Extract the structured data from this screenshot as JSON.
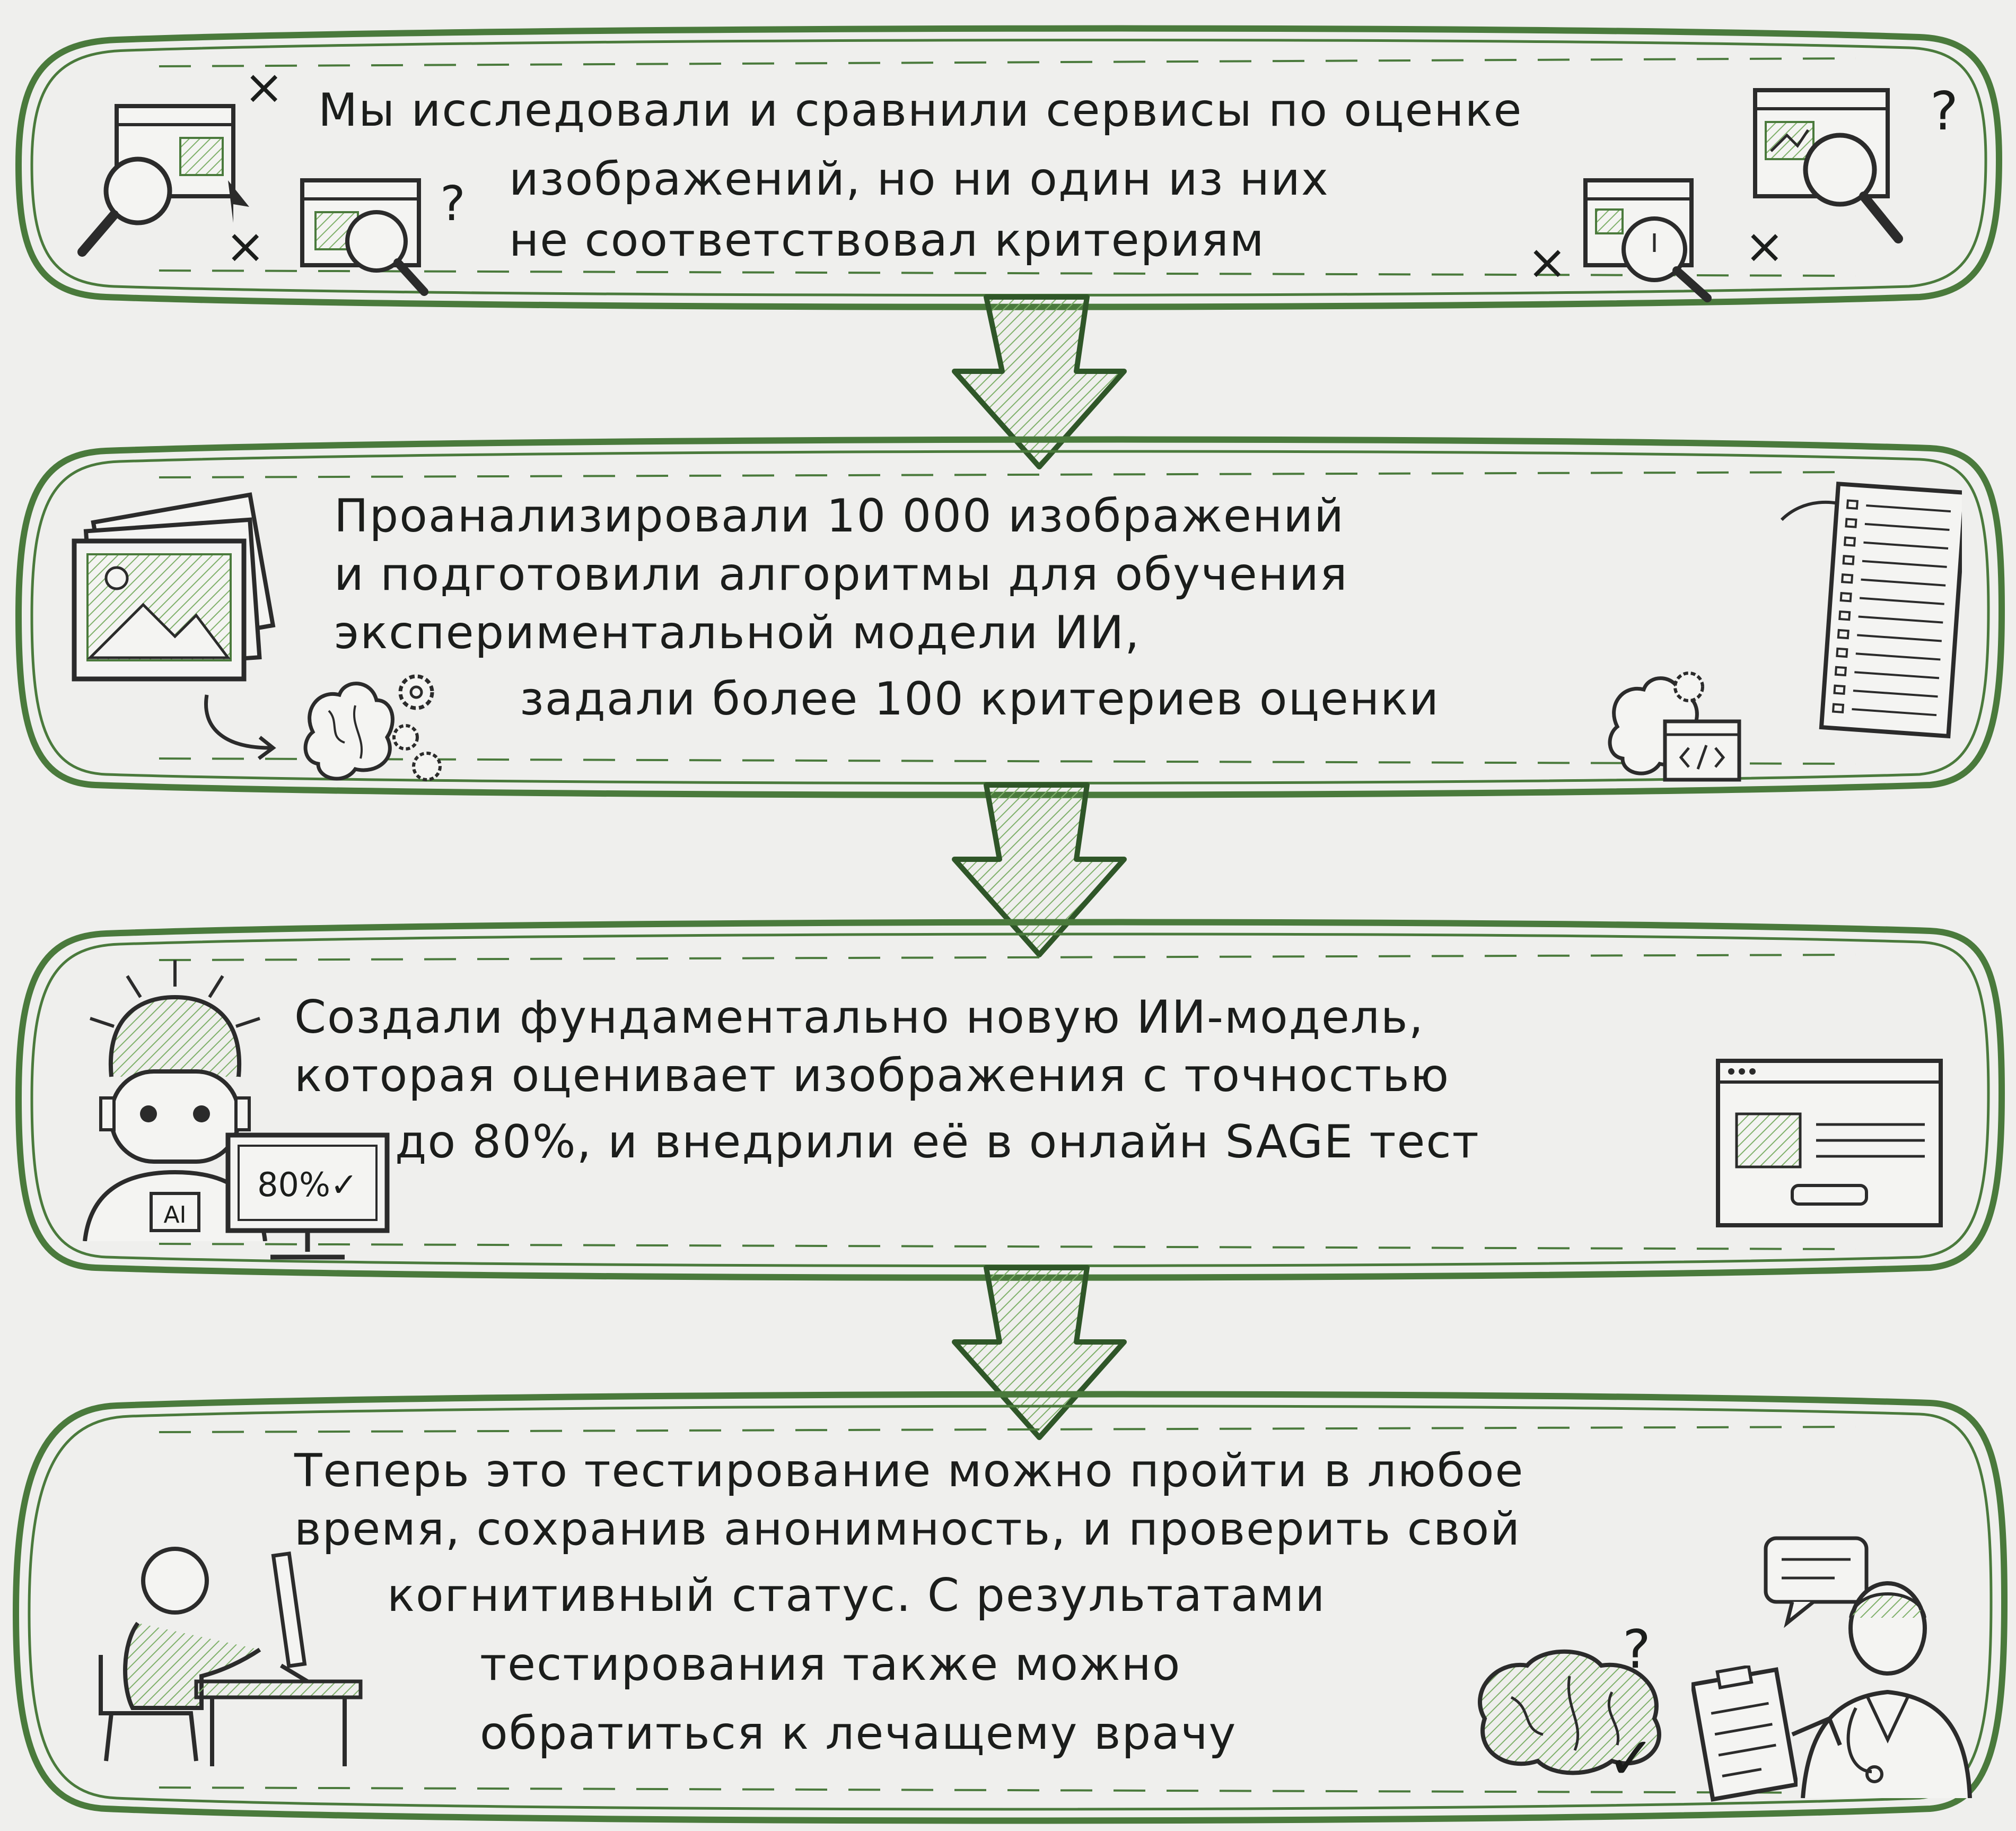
{
  "colors": {
    "background": "#efefed",
    "outline": "#4a7a3c",
    "hatch": "#7fb06a",
    "ink": "#1b1d1b"
  },
  "steps": [
    {
      "id": "research",
      "lines": [
        "Мы исследовали и сравнили сервисы по оценке",
        "изображений, но ни один из них",
        "не соответствовал критериям"
      ],
      "icons": [
        "browser-search-icon",
        "browser-question-icon",
        "browser-search-chart-icon",
        "browser-clock-search-icon",
        "question-mark-icon",
        "cross-mark-icon"
      ]
    },
    {
      "id": "analysis",
      "lines": [
        "Проанализировали 10 000 изображений",
        "и подготовили алгоритмы для обучения",
        "экспериментальной модели ИИ,",
        "задали более 100 критериев оценки"
      ],
      "icons": [
        "photo-stack-icon",
        "brain-gears-icon",
        "brain-code-icon",
        "checklist-document-icon",
        "curved-arrow-icon"
      ]
    },
    {
      "id": "model",
      "lines": [
        "Создали фундаментально новую ИИ-модель,",
        "которая оценивает изображения с точностью",
        "до 80%, и внедрили её в онлайн SAGE тест"
      ],
      "monitor_label": "80%✓",
      "robot_badge": "AI",
      "icons": [
        "ai-robot-icon",
        "monitor-accuracy-icon",
        "browser-window-icon"
      ]
    },
    {
      "id": "now",
      "lines": [
        "Теперь это тестирование можно пройти в любое",
        "время, сохранив анонимность, и проверить свой",
        "когнитивный статус. С результатами",
        "тестирования также можно",
        "обратиться к лечащему врачу"
      ],
      "icons": [
        "person-at-computer-icon",
        "brain-icon",
        "question-mark-icon",
        "check-mark-icon",
        "clipboard-icon",
        "speech-bubble-icon",
        "doctor-icon"
      ]
    }
  ]
}
